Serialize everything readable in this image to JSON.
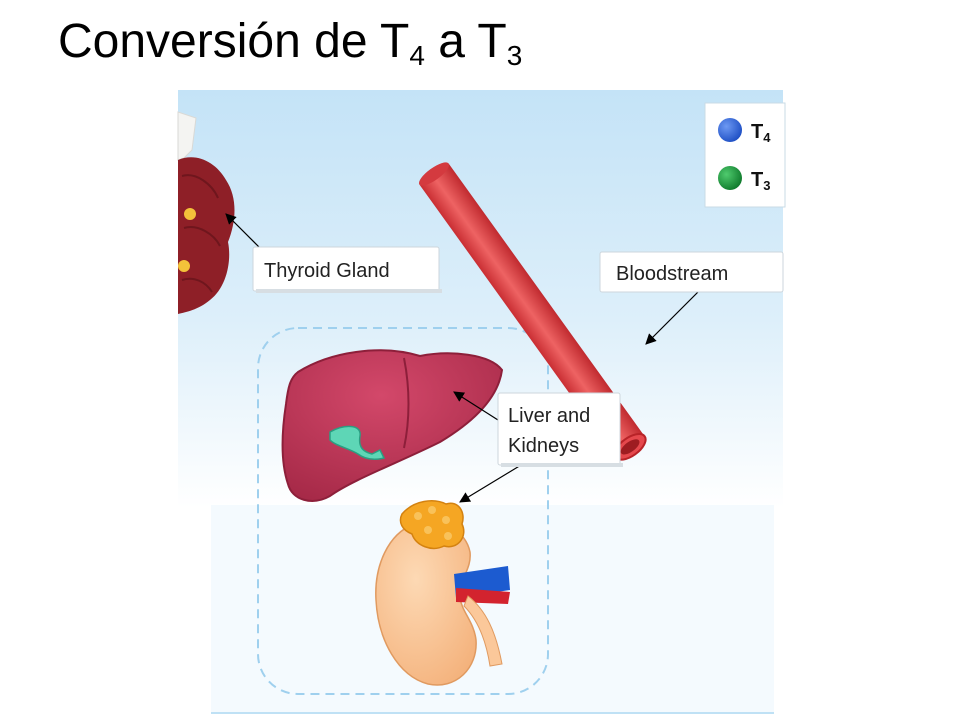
{
  "title": {
    "prefix": "Conversión de T",
    "sub_a": "4",
    "middle": " a T",
    "sub_b": "3"
  },
  "legend": {
    "items": [
      {
        "symbol": "T",
        "sub": "4",
        "color": "#2f63d8"
      },
      {
        "symbol": "T",
        "sub": "3",
        "color": "#1a9a3c"
      }
    ]
  },
  "labels": {
    "thyroid": "Thyroid Gland",
    "bloodstream": "Bloodstream",
    "liver_kidneys_line1": "Liver and",
    "liver_kidneys_line2": "Kidneys"
  },
  "colors": {
    "sky_top": "#c4e3f7",
    "sky_bottom": "#ffffff",
    "vessel": "#e34a4a",
    "liver": "#b5304e",
    "thyroid": "#8e1f27",
    "kidney": "#fbc89a",
    "adrenal": "#f5a623",
    "dash_box": "#9fd0ee"
  }
}
